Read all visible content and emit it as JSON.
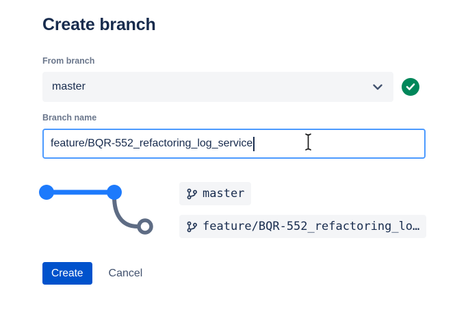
{
  "dialog": {
    "title": "Create branch",
    "from_branch": {
      "label": "From branch",
      "value": "master",
      "valid_icon": "check-icon"
    },
    "branch_name": {
      "label": "Branch name",
      "value": "feature/BQR-552_refactoring_log_service"
    },
    "graph": {
      "description": "git graph: two blue commits on source branch, new branch curving to hollow node",
      "labels": [
        {
          "icon": "git-branch-icon",
          "text": "master"
        },
        {
          "icon": "git-branch-icon",
          "text": "feature/BQR-552_refactoring_lo…"
        }
      ]
    },
    "actions": {
      "create_label": "Create",
      "cancel_label": "Cancel"
    }
  },
  "theme": {
    "primary_blue": "#0052CC",
    "focus_border_blue": "#4C9AFF",
    "graph_blue": "#1D7AFC",
    "graph_gray": "#5E6C84",
    "success_green": "#00875A",
    "text_dark": "#172B4D",
    "label_gray": "#6B778C",
    "chip_bg": "#F4F5F7"
  }
}
